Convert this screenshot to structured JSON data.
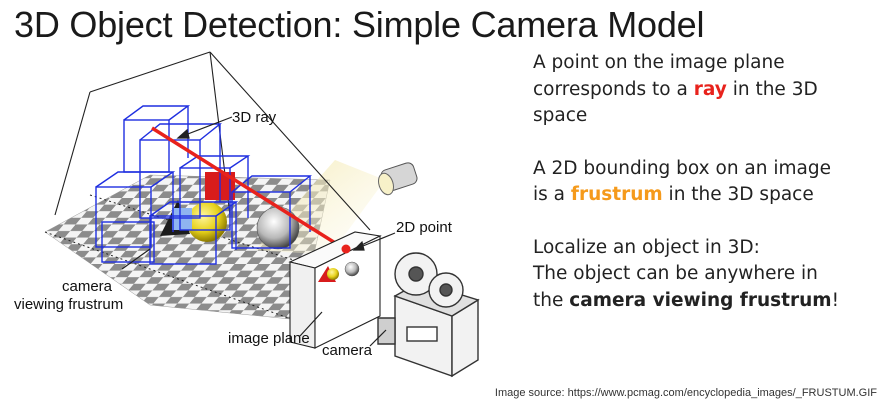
{
  "title": "3D Object Detection: Simple Camera Model",
  "figure": {
    "labels": {
      "ray": "3D ray",
      "point": "2D point",
      "camera_frustum_1": "camera",
      "camera_frustum_2": "viewing frustrum",
      "image_plane": "image plane",
      "camera": "camera"
    }
  },
  "bullets": [
    {
      "lines": [
        [
          {
            "text": "A point on the image plane"
          }
        ],
        [
          {
            "text": "corresponds to a "
          },
          {
            "text": "ray",
            "style": "red"
          },
          {
            "text": " in the 3D"
          }
        ],
        [
          {
            "text": "space"
          }
        ]
      ]
    },
    {
      "lines": [
        [
          {
            "text": "A 2D bounding box on an image"
          }
        ],
        [
          {
            "text": "is a "
          },
          {
            "text": "frustrum",
            "style": "orange"
          },
          {
            "text": " in the 3D space"
          }
        ]
      ]
    },
    {
      "lines": [
        [
          {
            "text": "Localize an object in 3D:"
          }
        ],
        [
          {
            "text": "The object can be anywhere in"
          }
        ],
        [
          {
            "text": "the "
          },
          {
            "text": "camera viewing frustrum",
            "style": "bold"
          },
          {
            "text": "!"
          }
        ]
      ]
    }
  ],
  "source": "Image source: https://www.pcmag.com/encyclopedia_images/_FRUSTUM.GIF",
  "colors": {
    "ray": "#e8221c",
    "frustrum_text": "#f59a1b",
    "boxes": "#1f2fe0"
  }
}
